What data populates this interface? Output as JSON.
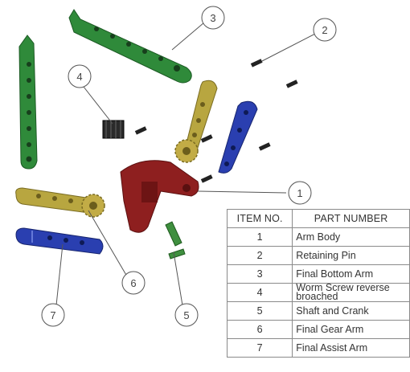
{
  "bom": {
    "headers": {
      "item": "ITEM NO.",
      "part": "PART NUMBER"
    },
    "rows": [
      {
        "item": "1",
        "part": "Arm Body"
      },
      {
        "item": "2",
        "part": "Retaining Pin"
      },
      {
        "item": "3",
        "part": "Final Bottom Arm"
      },
      {
        "item": "4",
        "part": "Worm Screw reverse broached"
      },
      {
        "item": "5",
        "part": "Shaft and Crank"
      },
      {
        "item": "6",
        "part": "Final Gear Arm"
      },
      {
        "item": "7",
        "part": "Final Assist Arm"
      }
    ]
  },
  "balloons": [
    "1",
    "2",
    "3",
    "4",
    "5",
    "6",
    "7"
  ],
  "colors": {
    "green_arm": "#2f8a3a",
    "yellow_arm": "#b8a640",
    "blue_arm": "#2a3fb0",
    "red_body": "#8e1f1f",
    "pins": "#222222"
  }
}
